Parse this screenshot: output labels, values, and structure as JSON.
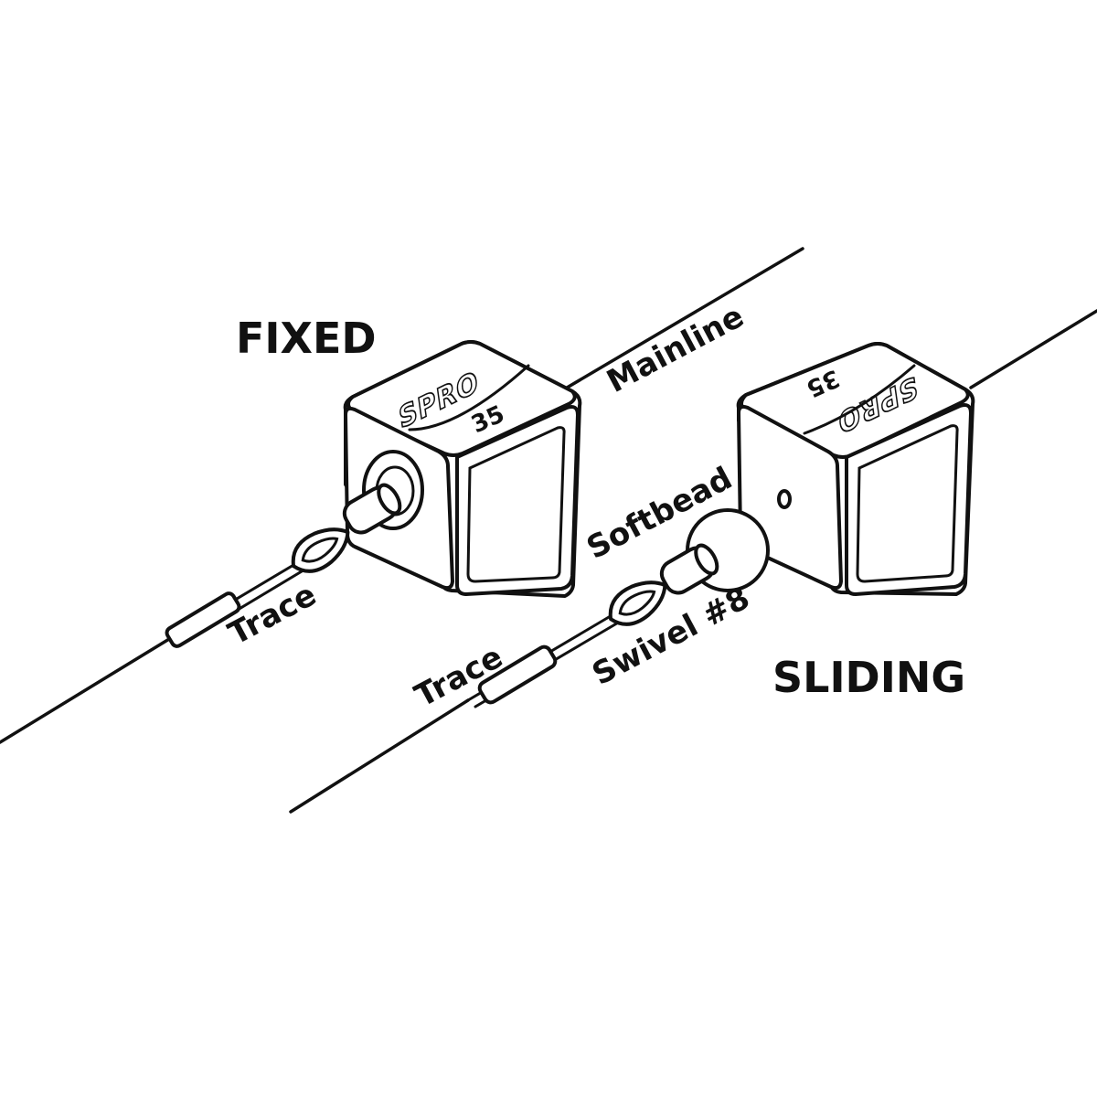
{
  "labels": {
    "fixed": "FIXED",
    "sliding": "SLIDING",
    "mainline": "Mainline",
    "trace_fixed": "Trace",
    "trace_sliding": "Trace",
    "softbead": "Softbead",
    "swivel": "Swivel #8"
  },
  "weights": {
    "fixed": {
      "brand": "SPRO",
      "value": "35"
    },
    "sliding": {
      "brand": "SPRO",
      "value": "35"
    }
  },
  "colors": {
    "ink": "#111111",
    "background": "#ffffff"
  }
}
